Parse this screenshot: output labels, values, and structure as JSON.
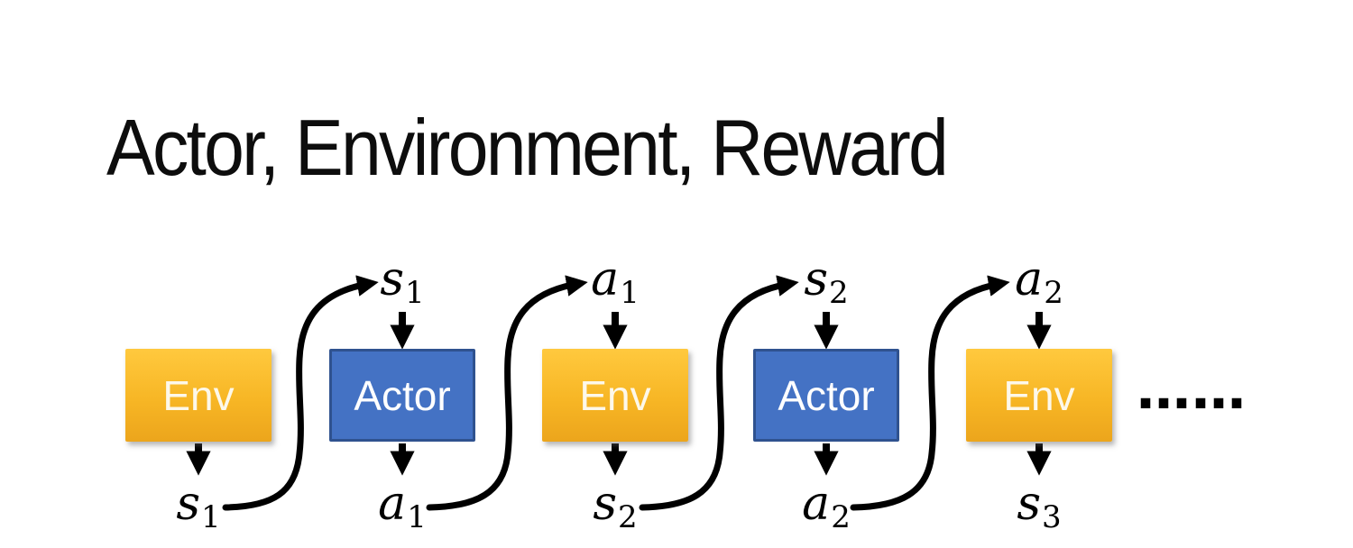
{
  "slide": {
    "title": "Actor, Environment, Reward",
    "ellipsis": "……"
  },
  "diagram": {
    "boxes": [
      {
        "id": "env-1",
        "label": "Env"
      },
      {
        "id": "actor-1",
        "label": "Actor"
      },
      {
        "id": "env-2",
        "label": "Env"
      },
      {
        "id": "actor-2",
        "label": "Actor"
      },
      {
        "id": "env-3",
        "label": "Env"
      }
    ],
    "top_labels": [
      {
        "base": "s",
        "sub": "1"
      },
      {
        "base": "a",
        "sub": "1"
      },
      {
        "base": "s",
        "sub": "2"
      },
      {
        "base": "a",
        "sub": "2"
      }
    ],
    "bottom_labels": [
      {
        "base": "s",
        "sub": "1"
      },
      {
        "base": "a",
        "sub": "1"
      },
      {
        "base": "s",
        "sub": "2"
      },
      {
        "base": "a",
        "sub": "2"
      },
      {
        "base": "s",
        "sub": "3"
      }
    ],
    "colors": {
      "env_gradient_top": "#FFC93E",
      "env_gradient_mid": "#F7B625",
      "env_gradient_bottom": "#ECA51C",
      "actor_fill": "#4472C4",
      "actor_border": "#2F528F",
      "arrow": "#000000",
      "env_text": "#FDF8EA",
      "actor_text": "#FFFFFF"
    }
  }
}
